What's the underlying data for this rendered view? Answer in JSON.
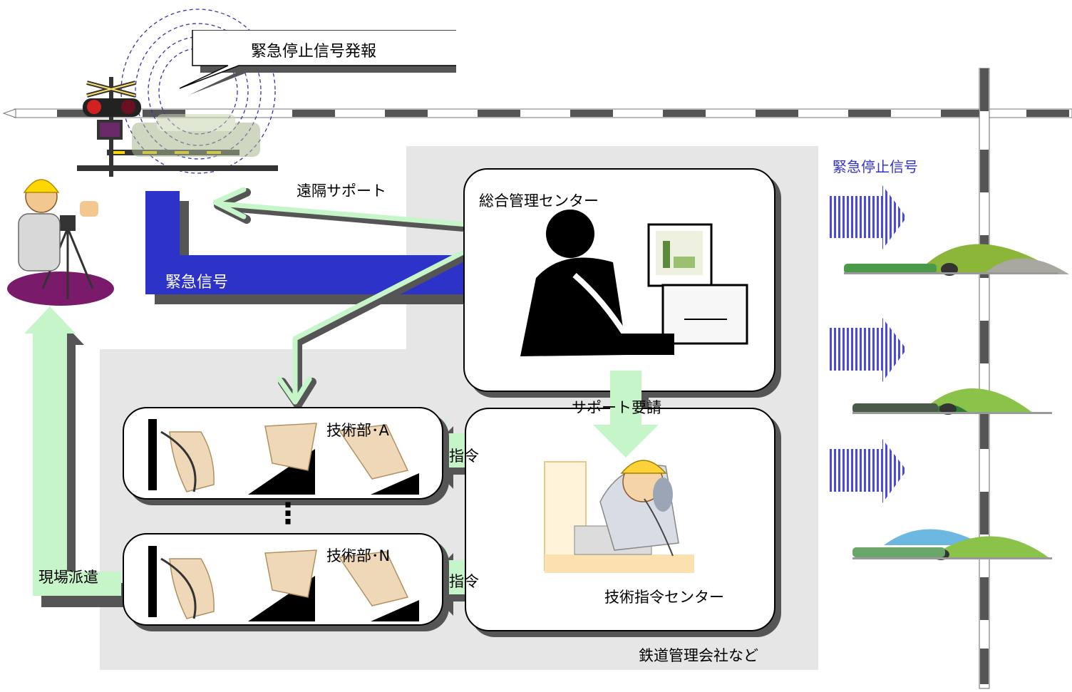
{
  "labels": {
    "emergency_stop_broadcast": "緊急停止信号発報",
    "remote_support": "遠隔サポート",
    "emergency_signal": "緊急信号",
    "integrated_center": "総合管理センター",
    "support_request": "サポート要請",
    "tech_dept_a": "技術部･A",
    "tech_dept_n": "技術部･N",
    "command_1": "指令",
    "command_2": "指令",
    "tech_command_center": "技術指令センター",
    "field_dispatch": "現場派遣",
    "railway_company": "鉄道管理会社など",
    "emergency_stop_signal": "緊急停止信号",
    "ellipsis": "⋮"
  },
  "colors": {
    "blue_arrow": "#2d33c8",
    "green_arrow": "#c6f5c9",
    "grey_region": "#e6e6e6",
    "signal_text": "#3333cc",
    "hill_green": "#8bc34a"
  }
}
